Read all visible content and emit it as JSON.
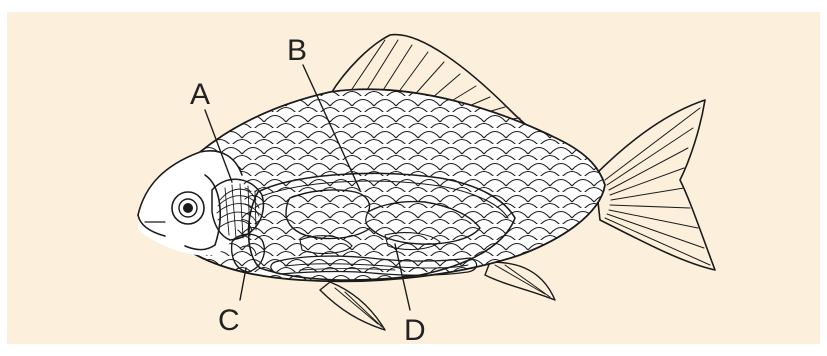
{
  "labels": {
    "a": "A",
    "b": "B",
    "c": "C",
    "d": "D"
  },
  "colors": {
    "background": "#fcf0dc",
    "ink": "#1b1b1b",
    "body": "#ffffff"
  }
}
